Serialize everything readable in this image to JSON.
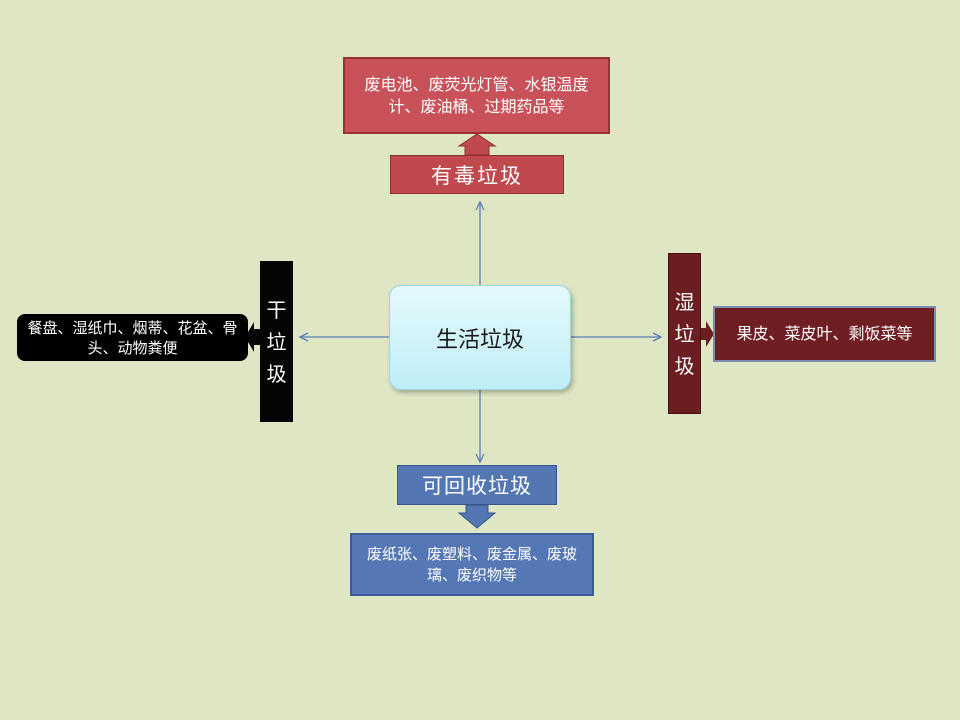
{
  "center": {
    "label": "生活垃圾"
  },
  "toxic": {
    "label": "有毒垃圾",
    "items": "废电池、废荧光灯管、水银温度计、废油桶、过期药品等",
    "color": "#c0494e"
  },
  "dry": {
    "label_chars": [
      "干",
      "垃",
      "圾"
    ],
    "items": "餐盘、湿纸巾、烟蒂、花盆、骨头、动物粪便",
    "color": "#000000"
  },
  "wet": {
    "label_chars": [
      "湿",
      "垃",
      "圾"
    ],
    "items": "果皮、菜皮叶、剩饭菜等",
    "color": "#6b1e22"
  },
  "recyclable": {
    "label": "可回收垃圾",
    "items": "废纸张、废塑料、废金属、废玻璃、废织物等",
    "color": "#5377b3"
  }
}
